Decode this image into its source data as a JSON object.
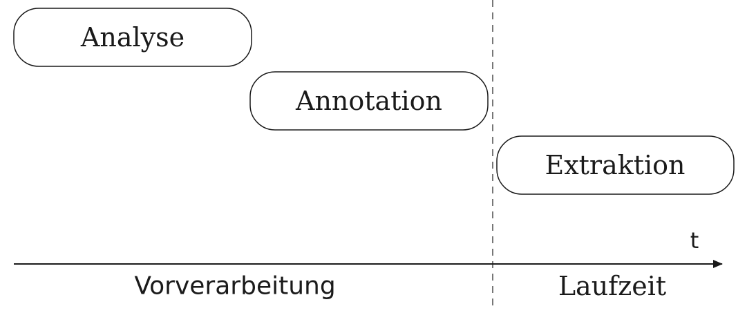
{
  "phases": [
    {
      "label": "Analyse"
    },
    {
      "label": "Annotation"
    },
    {
      "label": "Extraktion"
    }
  ],
  "axis": {
    "label": "t"
  },
  "periods": {
    "preprocessing": "Vorverarbeitung",
    "runtime": "Laufzeit"
  }
}
